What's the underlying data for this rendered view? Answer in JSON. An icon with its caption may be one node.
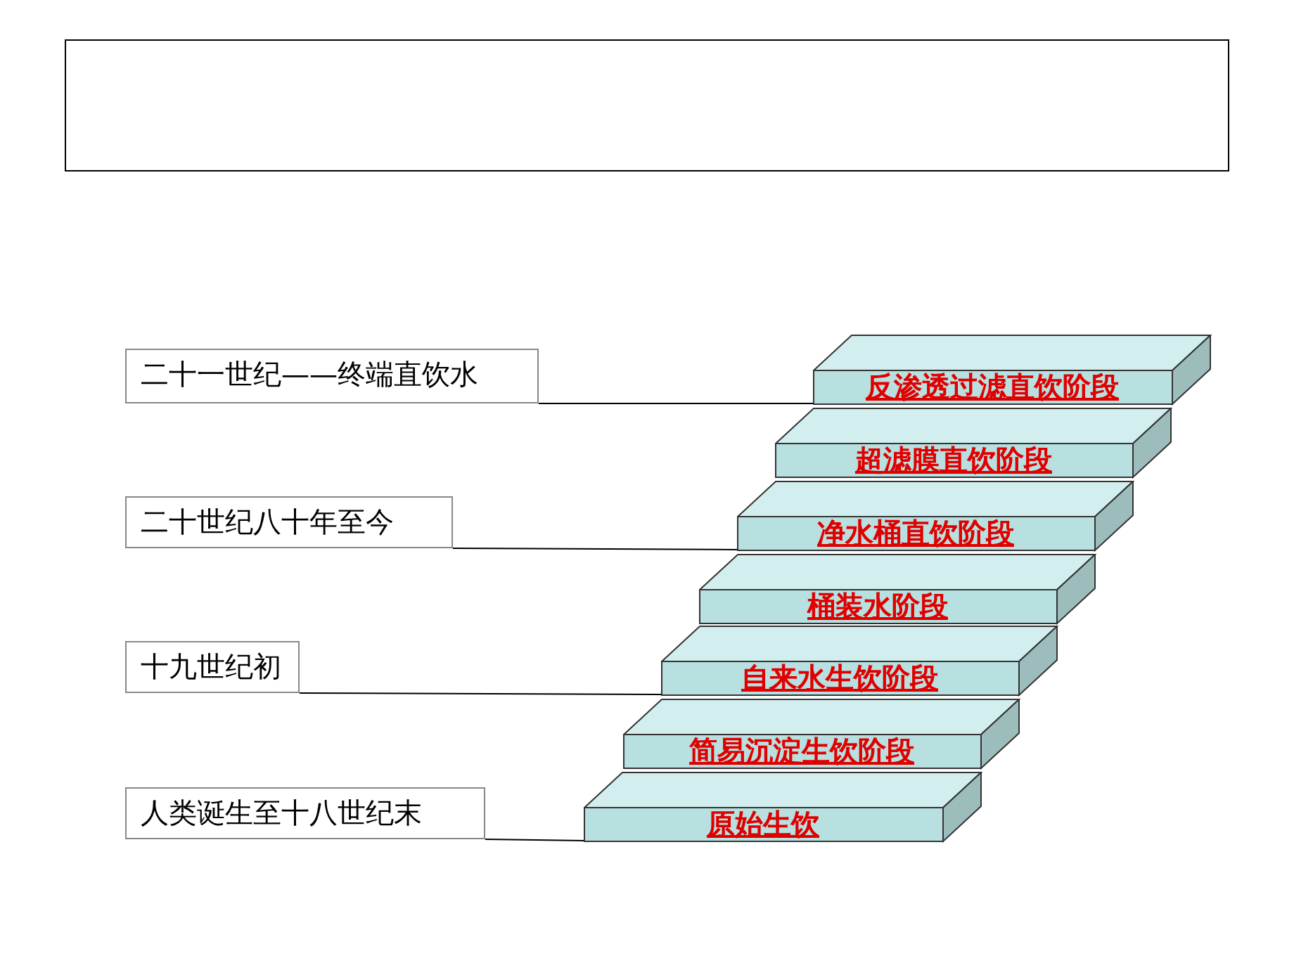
{
  "diagram": {
    "nodes": [
      {
        "text": [],
        "shape": "box"
      },
      {
        "text": [
          "二十一世纪——终端直饮水"
        ]
      },
      {
        "text": [
          "二十世纪八十年至今"
        ]
      },
      {
        "text": [
          "十九世纪初"
        ]
      },
      {
        "text": [
          "人类诞生至十八世纪末"
        ]
      },
      {
        "text": [
          "反渗透过滤直饮阶段"
        ]
      },
      {
        "text": [
          "超滤膜直饮阶段"
        ]
      },
      {
        "text": [
          "净水桶直饮阶段"
        ]
      },
      {
        "text": [
          "桶装水阶段"
        ]
      },
      {
        "text": [
          "自来水生饮阶段"
        ]
      },
      {
        "text": [
          "简易沉淀生饮阶段"
        ]
      },
      {
        "text": [
          "原始生饮"
        ]
      }
    ],
    "edges": [
      {
        "from": 1,
        "to": 5,
        "arrow": "none"
      },
      {
        "from": 2,
        "to": 7,
        "arrow": "none"
      },
      {
        "from": 3,
        "to": 9,
        "arrow": "none"
      },
      {
        "from": 4,
        "to": 11,
        "arrow": "none"
      }
    ]
  }
}
